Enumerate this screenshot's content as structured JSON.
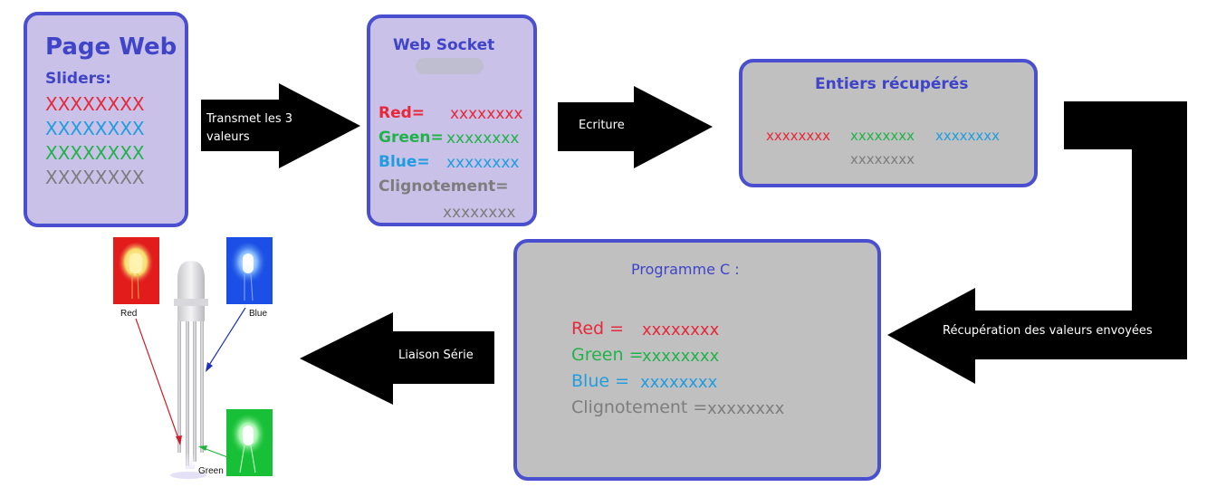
{
  "page_web": {
    "title": "Page Web",
    "subtitle": "Sliders:",
    "values": [
      "XXXXXXXX",
      "XXXXXXXX",
      "XXXXXXXX",
      "XXXXXXXX"
    ]
  },
  "web_socket": {
    "title": "Web Socket",
    "red_label": "Red=",
    "red_value": "xxxxxxxx",
    "green_label": "Green=",
    "green_value": "xxxxxxxx",
    "blue_label": "Blue=",
    "blue_value": "xxxxxxxx",
    "blink_label": "Clignotement=",
    "blink_value": "xxxxxxxx"
  },
  "integers": {
    "title": "Entiers récupérés",
    "red": "xxxxxxxx",
    "green": "xxxxxxxx",
    "blue": "xxxxxxxx",
    "gray": "xxxxxxxx"
  },
  "program_c": {
    "title": "Programme C :",
    "red_label": "Red =",
    "red_value": "xxxxxxxx",
    "green_label": "Green =",
    "green_value": "xxxxxxxx",
    "blue_label": "Blue =",
    "blue_value": "xxxxxxxx",
    "blink_label": "Clignotement =",
    "blink_value": "xxxxxxxx"
  },
  "arrows": {
    "transmit_line1": "Transmet les 3",
    "transmit_line2": "valeurs",
    "write": "Ecriture",
    "retrieve": "Récupération des valeurs envoyées",
    "serial": "Liaison Série"
  },
  "leds": {
    "red": "Red",
    "blue": "Blue",
    "green": "Green"
  },
  "colors": {
    "border": "#4a4fd0",
    "lavender": "#c9c1e8",
    "gray_box": "#c0c0c0",
    "red": "#e8283a",
    "green": "#22b24a",
    "blue": "#1f9de0",
    "gray_text": "#7d7d7d"
  }
}
